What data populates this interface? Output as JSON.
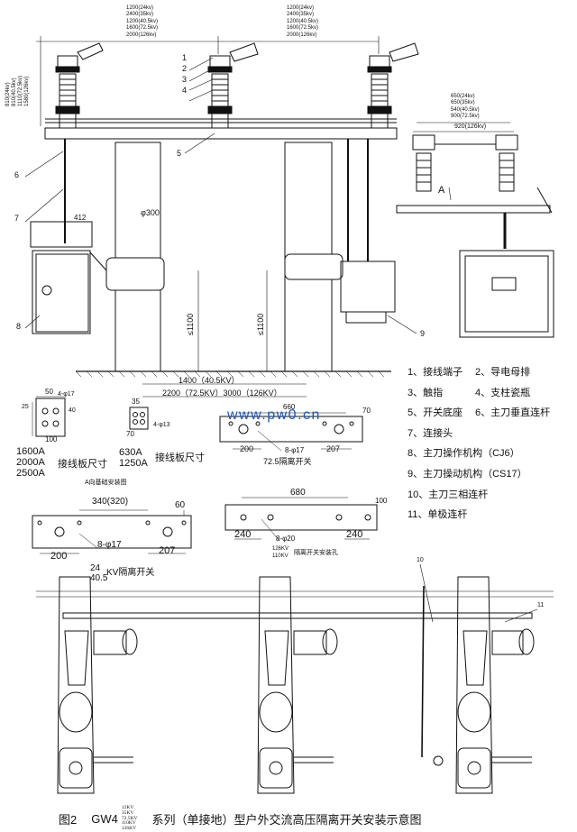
{
  "figure": {
    "caption_prefix": "图2",
    "caption_model": "GW4",
    "caption_kv": [
      "12KV",
      "35KV",
      "72.5KV",
      "110KV",
      "126KV"
    ],
    "caption_suffix": "系列（单接地）型户外交流高压隔离开关安装示意图"
  },
  "watermark": "www.pw0.cn",
  "top_dims": {
    "left_stack": [
      "1200(24kv)",
      "2400(35kv)",
      "1200(40.5kv)",
      "1600(72.5kv)",
      "2000(126kv)"
    ],
    "right_stack": [
      "1200(24kv)",
      "2400(35kv)",
      "1200(40.5kv)",
      "1600(72.5kv)",
      "2000(126kv)"
    ],
    "vertical_stack": [
      "810(24kv)",
      "810(40.5kv)",
      "1110(72.5kv)",
      "1580(126kv)"
    ],
    "right_view_stack": [
      "650(24kv)",
      "650(35kv)",
      "540(40.5kv)",
      "900(72.5kv)"
    ],
    "right_view_bottom": "920(126kv)",
    "dim_412": "412",
    "dim_300": "φ300",
    "dim_1100_left": "≤1100",
    "dim_1100_right": "≤1100",
    "dim_1400": "1400（40.5KV）",
    "dim_2200": "2200（72.5KV）3000（126KV）",
    "arrow_A": "A"
  },
  "callouts": {
    "n1": "1",
    "n2": "2",
    "n3": "3",
    "n4": "4",
    "n5": "5",
    "n6": "6",
    "n7": "7",
    "n8": "8",
    "n9": "9",
    "n10": "10",
    "n11": "11"
  },
  "legend": [
    [
      "1、接线端子",
      "2、导电母排"
    ],
    [
      "3、触指",
      "4、支柱瓷瓶"
    ],
    [
      "5、开关底座",
      "6、主刀垂直连杆"
    ],
    [
      "7、连接头",
      ""
    ],
    [
      "8、主刀操作机构（CJ6）",
      ""
    ],
    [
      "9、主刀操动机构（CS17）",
      ""
    ],
    [
      "10、主刀三相连杆",
      ""
    ],
    [
      "11、单极连杆",
      ""
    ]
  ],
  "plates": {
    "small1": {
      "d50": "50",
      "d25": "25",
      "d40": "40",
      "d100": "100",
      "holes": "4-φ17"
    },
    "small1_labels": [
      "1600A",
      "2000A",
      "2500A"
    ],
    "small2": {
      "d35": "35",
      "d70": "70",
      "holes": "4-φ13"
    },
    "small2_labels": [
      "630A",
      "1250A"
    ],
    "plate_title": "接线板尺寸",
    "p725": {
      "d660": "660",
      "d70": "70",
      "d200": "200",
      "d207": "207",
      "holes": "8-φ17",
      "label": "72.5隔离开关"
    },
    "a_view_title": "A向基础安装图",
    "p405": {
      "d340": "340(320)",
      "d60": "60",
      "d200": "200",
      "d207": "207",
      "holes": "8-φ17",
      "d24": "24",
      "label_kv": "40.5",
      "label": "KV隔离开关"
    },
    "p126": {
      "d680": "680",
      "d100": "100",
      "d240a": "240",
      "d240b": "240",
      "holes": "8-φ20",
      "kv1": "126KV",
      "kv2": "110KV",
      "label": "隔离开关安装孔"
    }
  }
}
